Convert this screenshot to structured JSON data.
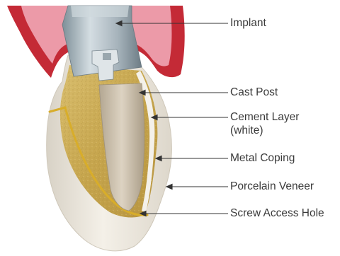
{
  "labels": [
    {
      "id": "implant",
      "lines": [
        "Implant"
      ]
    },
    {
      "id": "cast-post",
      "lines": [
        "Cast Post"
      ]
    },
    {
      "id": "cement-layer",
      "lines": [
        "Cement Layer",
        "(white)"
      ]
    },
    {
      "id": "metal-coping",
      "lines": [
        "Metal Coping"
      ]
    },
    {
      "id": "porcelain-veneer",
      "lines": [
        "Porcelain Veneer"
      ]
    },
    {
      "id": "screw-access-hole",
      "lines": [
        "Screw Access Hole"
      ]
    }
  ],
  "colors": {
    "gum": "#c42a36",
    "gum_inner": "#ec9aa8",
    "porcelain": "#ece7dd",
    "metal_coping_gold": "#c8a850",
    "cement_white": "#f4f1ea",
    "cast_post": "#c7bba8",
    "implant_steel": "#a6b3bb",
    "leader_line": "#333333",
    "label_text": "#3a3a3a"
  }
}
